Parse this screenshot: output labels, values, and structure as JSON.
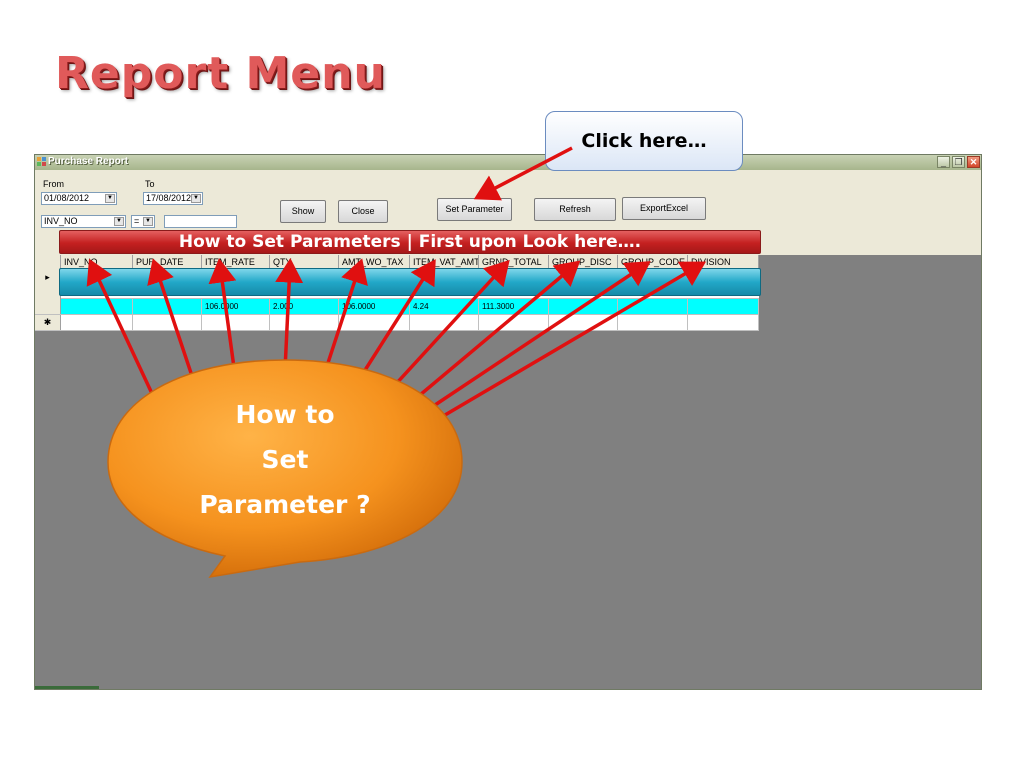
{
  "slide": {
    "title": "Report Menu",
    "click_callout": "Click here…",
    "banner_text": "How to Set Parameters   | First upon Look here….",
    "bubble_lines": [
      "How to",
      "Set",
      "Parameter ?"
    ]
  },
  "window": {
    "title": "Purchase Report",
    "controls": {
      "minimize": "_",
      "restore": "❐",
      "close": "✕"
    }
  },
  "filters": {
    "from_label": "From",
    "to_label": "To",
    "from_date": "01/08/2012",
    "to_date": "17/08/2012",
    "field_select": "INV_NO",
    "operator": "=",
    "value": ""
  },
  "buttons": {
    "show": "Show",
    "close": "Close",
    "set_parameter": "Set Parameter",
    "refresh": "Refresh",
    "export_excel": "ExportExcel"
  },
  "grid": {
    "columns": [
      "INV_NO",
      "PUR_DATE",
      "ITEM_RATE",
      "QTY",
      "AMT_WO_TAX",
      "ITEM_VAT_AMT",
      "GRND_TOTAL",
      "GROUP_DISC",
      "GROUP_CODE",
      "DIVISION"
    ],
    "data_row": [
      "",
      "",
      "106.0000",
      "2.000",
      "106.0000",
      "4.24",
      "111.3000",
      "",
      "",
      ""
    ],
    "current_row_marker": "▸",
    "new_row_marker": "✱"
  },
  "colors": {
    "title_red": "#e05a5a",
    "banner_red": "#c42020",
    "banner_teal": "#22a8c8",
    "row_highlight": "#00ffff",
    "bubble_orange": "#f08a1a",
    "arrow_red": "#e01010"
  }
}
